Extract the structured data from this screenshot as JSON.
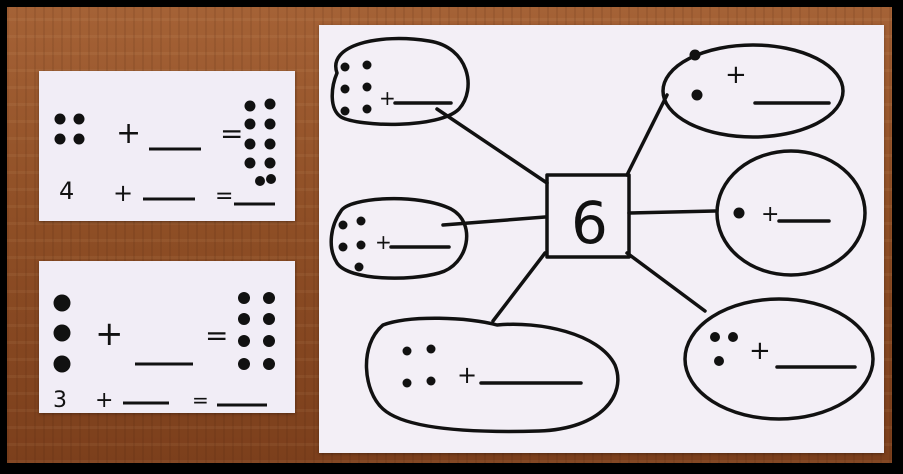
{
  "photo": {
    "subject": "handwritten number bond worksheets on a wooden table",
    "ink_color": "#111111",
    "paper_color": "#f1edf6",
    "table_color": "#8f4f26"
  },
  "card_top": {
    "plus_sign": "+",
    "equals_sign": "=",
    "row2_number": "4",
    "row2_plus": "+",
    "row2_equals": "="
  },
  "card_bottom": {
    "plus_sign": "+",
    "equals_sign": "=",
    "row2_number": "3",
    "row2_plus": "+",
    "row2_equals": "="
  },
  "web": {
    "center_number": "6",
    "bubbles": [
      {
        "plus": "+"
      },
      {
        "plus": "+"
      },
      {
        "plus": "+"
      },
      {
        "plus": "+"
      },
      {
        "plus": "+"
      },
      {
        "plus": "+"
      }
    ]
  }
}
